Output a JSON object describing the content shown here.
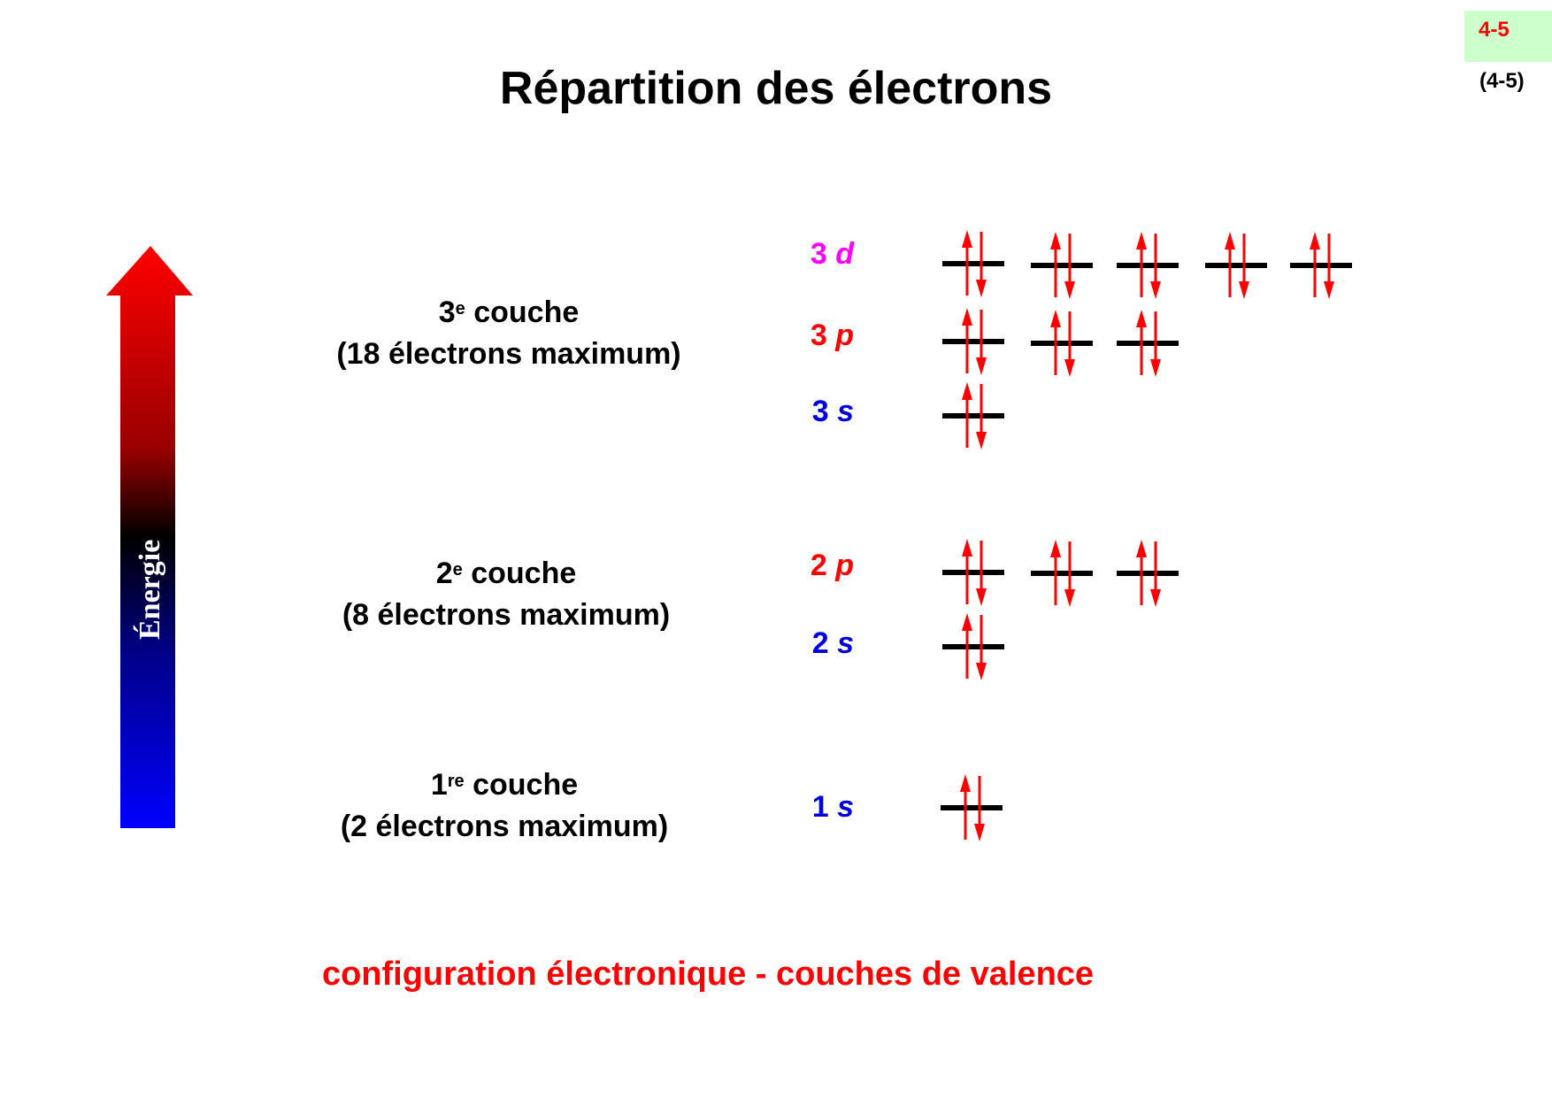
{
  "header": {
    "page_tag": "4-5",
    "page_ref": "(4-5)",
    "title": "Répartition des électrons"
  },
  "energy_axis": {
    "label": "Énergie",
    "colors": {
      "top": "#ff0000",
      "middle": "#000000",
      "bottom": "#0000ff"
    }
  },
  "shells": [
    {
      "num": "3",
      "sup": "e",
      "word": "couche",
      "capacity": "(18 électrons maximum)"
    },
    {
      "num": "2",
      "sup": "e",
      "word": "couche",
      "capacity": "(8 électrons maximum)"
    },
    {
      "num": "1",
      "sup": "re",
      "word": "couche",
      "capacity": "(2 électrons maximum)"
    }
  ],
  "orbitals": [
    {
      "n": "3",
      "l": "d",
      "color": "#ff00ff",
      "boxes": 5,
      "electrons": 10
    },
    {
      "n": "3",
      "l": "p",
      "color": "#ff0000",
      "boxes": 3,
      "electrons": 6
    },
    {
      "n": "3",
      "l": "s",
      "color": "#0000dd",
      "boxes": 1,
      "electrons": 2
    },
    {
      "n": "2",
      "l": "p",
      "color": "#ff0000",
      "boxes": 3,
      "electrons": 6
    },
    {
      "n": "2",
      "l": "s",
      "color": "#0000dd",
      "boxes": 1,
      "electrons": 2
    },
    {
      "n": "1",
      "l": "s",
      "color": "#0000dd",
      "boxes": 1,
      "electrons": 2
    }
  ],
  "footer": "configuration électronique - couches de valence",
  "colors": {
    "arrow_red": "#ff0000",
    "line_black": "#000000",
    "tag_bg": "#ccffcc"
  }
}
